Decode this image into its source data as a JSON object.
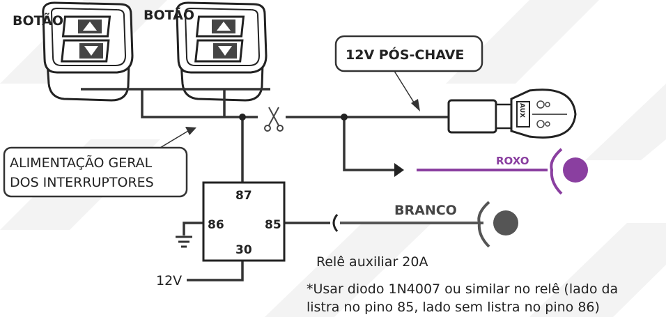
{
  "labels": {
    "button_left": "BOTÃO",
    "button_right": "BOTÃO",
    "ignition_12v": "12V PÓS-CHAVE",
    "power_line": "ALIMENTAÇÃO GERAL",
    "power_line_2": "DOS INTERRUPTORES",
    "purple_wire": "ROXO",
    "white_wire": "BRANCO",
    "pin_87": "87",
    "pin_86": "86",
    "pin_85": "85",
    "pin_30": "30",
    "supply_12v": "12V",
    "relay_caption": "Relê auxiliar 20A",
    "note_line1": "*Usar diodo 1N4007 ou similar no relê (lado da",
    "note_line2": "listra no pino 85, lado sem listra no pino 86)",
    "aux_tag": "AUX"
  },
  "colors": {
    "wire": "#333333",
    "purple": "#8a3fa0",
    "white_wire": "#555555",
    "background_shape": "#f1f1f1"
  }
}
